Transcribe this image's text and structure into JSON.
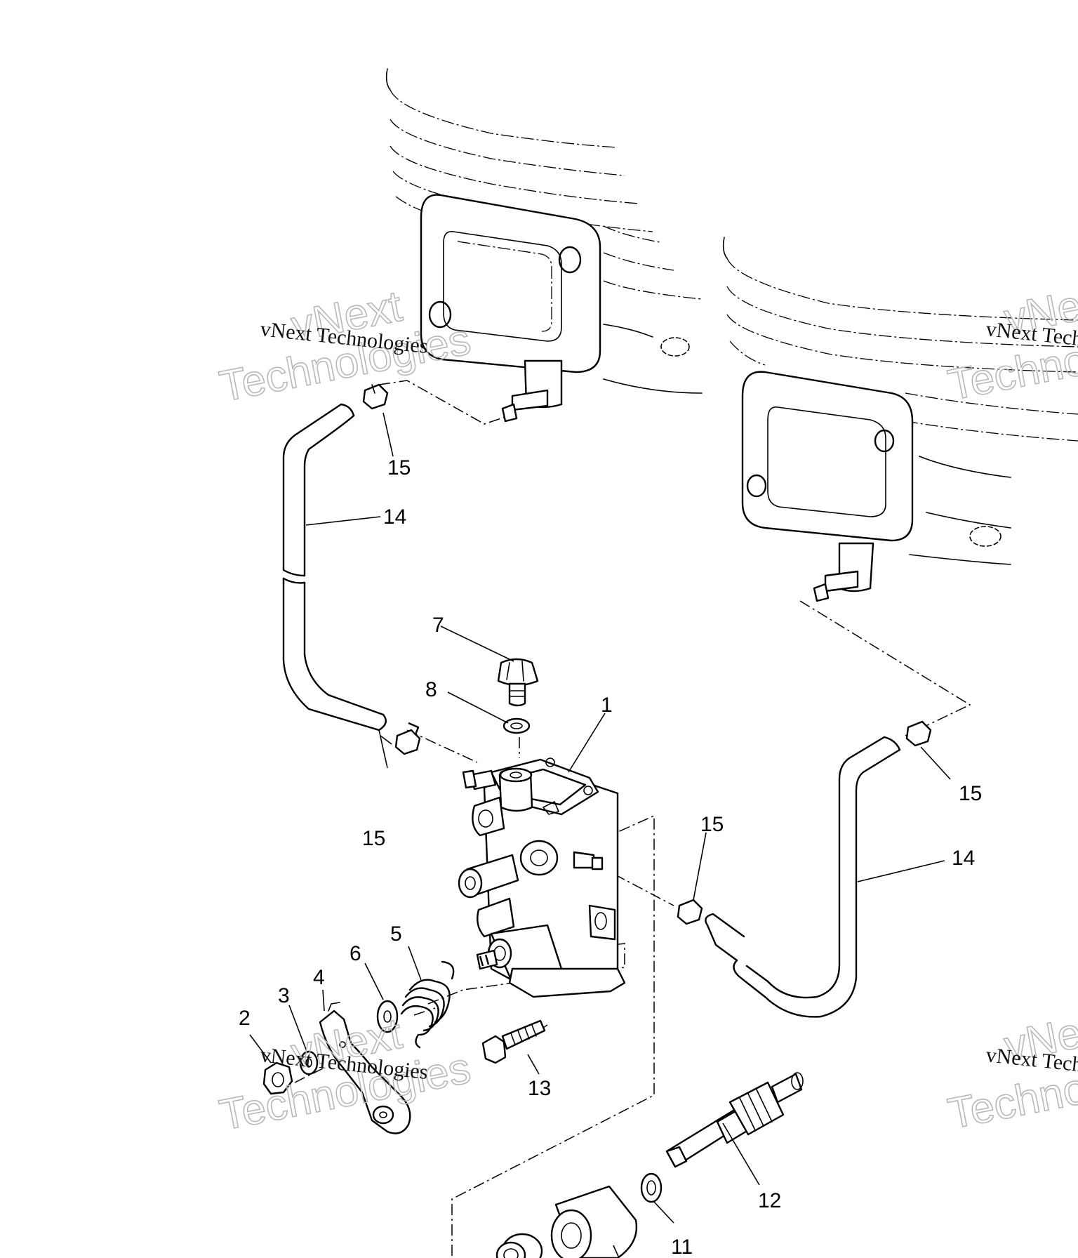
{
  "callouts": {
    "c1": "1",
    "c2": "2",
    "c3": "3",
    "c4": "4",
    "c5": "5",
    "c6": "6",
    "c7": "7",
    "c8": "8",
    "c11": "11",
    "c12": "12",
    "c13": "13",
    "c14a": "14",
    "c14b": "14",
    "c15a": "15",
    "c15b": "15",
    "c15c": "15",
    "c15d": "15"
  },
  "watermark": {
    "small": "vNext Technologies",
    "large_line1": "vNext",
    "large_line2": "Technologies"
  }
}
